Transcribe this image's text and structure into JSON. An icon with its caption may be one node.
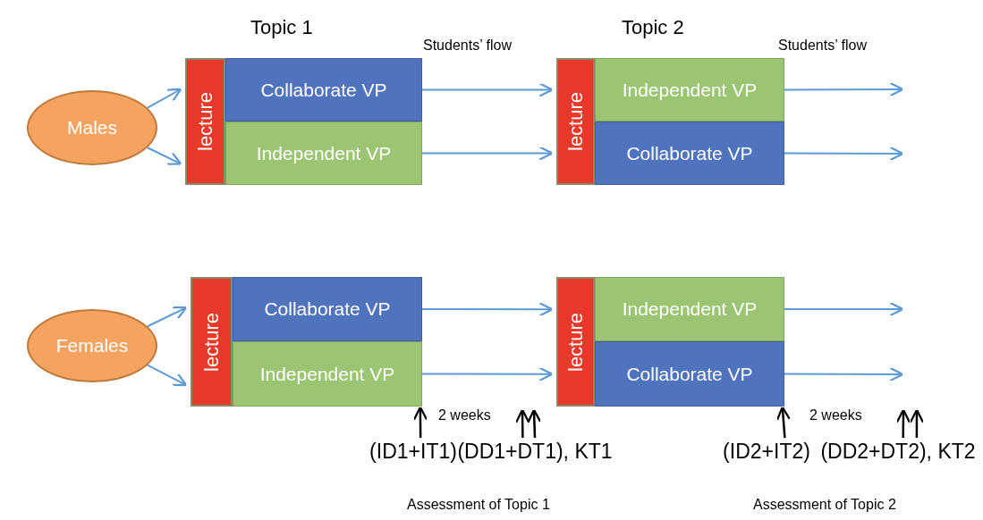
{
  "diagram": {
    "nodes": [
      {
        "text": [
          "Males"
        ]
      },
      {
        "text": [
          "lecture"
        ]
      },
      {
        "text": [
          "Collaborate VP"
        ]
      },
      {
        "text": [
          "Independent VP"
        ]
      },
      {
        "text": [
          "lecture"
        ]
      },
      {
        "text": [
          "Independent VP"
        ]
      },
      {
        "text": [
          "Collaborate VP"
        ]
      },
      {
        "text": [
          "Females"
        ]
      },
      {
        "text": [
          "lecture"
        ]
      },
      {
        "text": [
          "Collaborate VP"
        ]
      },
      {
        "text": [
          "Independent VP"
        ]
      },
      {
        "text": [
          "lecture"
        ]
      },
      {
        "text": [
          "Independent VP"
        ]
      },
      {
        "text": [
          "Collaborate VP"
        ]
      },
      {
        "text": [
          "(ID1+IT1)"
        ]
      },
      {
        "text": [
          "(DD1+DT1), KT1"
        ]
      },
      {
        "text": [
          "(ID2+IT2)"
        ]
      },
      {
        "text": [
          "(DD2+DT2), KT2"
        ]
      }
    ],
    "edges": [
      {
        "from": 0,
        "to": 1,
        "arrow": "to"
      },
      {
        "from": 0,
        "to": 1,
        "arrow": "to"
      },
      {
        "from": 2,
        "to": 4,
        "arrow": "to"
      },
      {
        "from": 3,
        "to": 4,
        "arrow": "to"
      },
      {
        "from": 5,
        "to": null,
        "arrow": "to"
      },
      {
        "from": 6,
        "to": null,
        "arrow": "to"
      },
      {
        "from": 7,
        "to": 8,
        "arrow": "to"
      },
      {
        "from": 7,
        "to": 8,
        "arrow": "to"
      },
      {
        "from": 9,
        "to": 11,
        "arrow": "to"
      },
      {
        "from": 10,
        "to": 11,
        "arrow": "to"
      },
      {
        "from": 12,
        "to": null,
        "arrow": "to"
      },
      {
        "from": 13,
        "to": null,
        "arrow": "to"
      },
      {
        "from": 14,
        "to": 10,
        "arrow": "to",
        "color": "#000000"
      },
      {
        "from": 15,
        "to": null,
        "arrow": "to",
        "color": "#000000"
      },
      {
        "from": 15,
        "to": null,
        "arrow": "to",
        "color": "#000000"
      },
      {
        "from": 16,
        "to": 13,
        "arrow": "to",
        "color": "#000000"
      },
      {
        "from": 17,
        "to": null,
        "arrow": "to",
        "color": "#000000"
      },
      {
        "from": 17,
        "to": null,
        "arrow": "to",
        "color": "#000000"
      }
    ],
    "labels": [
      "Topic 1",
      "Topic 2",
      "Students’ flow",
      "Students’ flow",
      "2 weeks",
      "2 weeks",
      "Assessment of Topic 1",
      "Assessment of Topic 2"
    ]
  }
}
